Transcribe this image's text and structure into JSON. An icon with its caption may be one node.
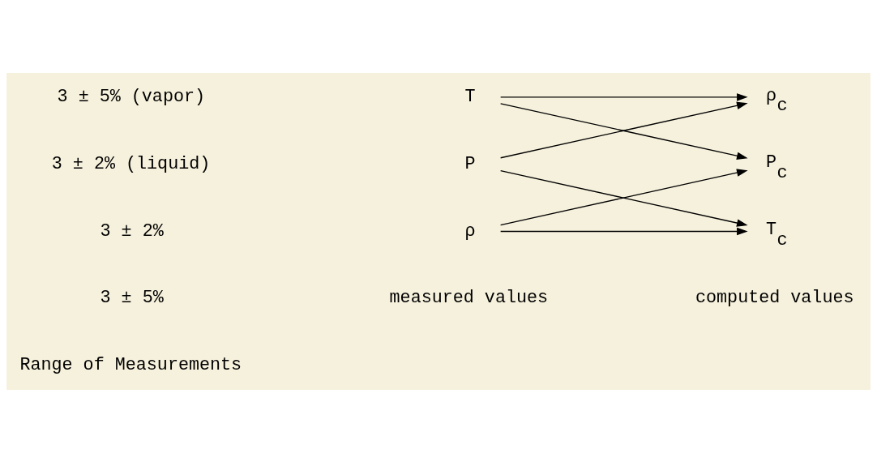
{
  "diagram": {
    "nodes": [
      {
        "text": [
          "T"
        ]
      },
      {
        "text": [
          "P"
        ]
      },
      {
        "text": [
          "ρ"
        ]
      },
      {
        "text": [
          "ρ$_{c}$"
        ]
      },
      {
        "text": [
          "P$_{c}$"
        ]
      },
      {
        "text": [
          "T$_{c}$"
        ]
      }
    ],
    "edges": [
      {
        "from": 0,
        "to": 3,
        "arrow": "to"
      },
      {
        "from": 1,
        "to": 3,
        "arrow": "to"
      },
      {
        "from": 0,
        "to": 4,
        "arrow": "to"
      },
      {
        "from": 2,
        "to": 4,
        "arrow": "to"
      },
      {
        "from": 1,
        "to": 5,
        "arrow": "to"
      },
      {
        "from": 2,
        "to": 5,
        "arrow": "to"
      }
    ],
    "labels": [
      "3 ± 5% (vapor)",
      "3 ± 2% (liquid)",
      "3 ± 2%",
      "3 ± 5%",
      "Range of Measurements",
      "measured values",
      "computed values"
    ]
  }
}
